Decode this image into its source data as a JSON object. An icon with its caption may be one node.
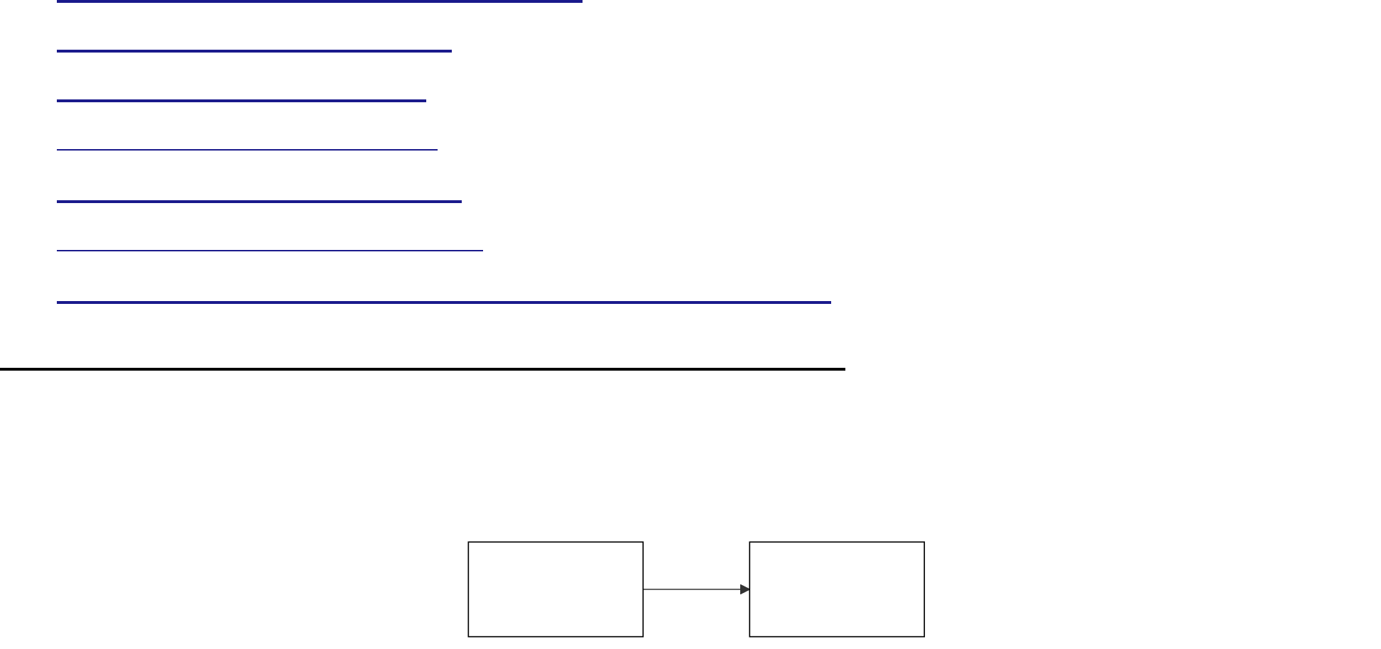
{
  "diagram": {
    "nodes": [
      {
        "text": [],
        "shape": "box"
      },
      {
        "text": [],
        "shape": "box"
      }
    ],
    "edges": [
      {
        "from": 0,
        "to": 1,
        "arrow": "to"
      }
    ]
  }
}
